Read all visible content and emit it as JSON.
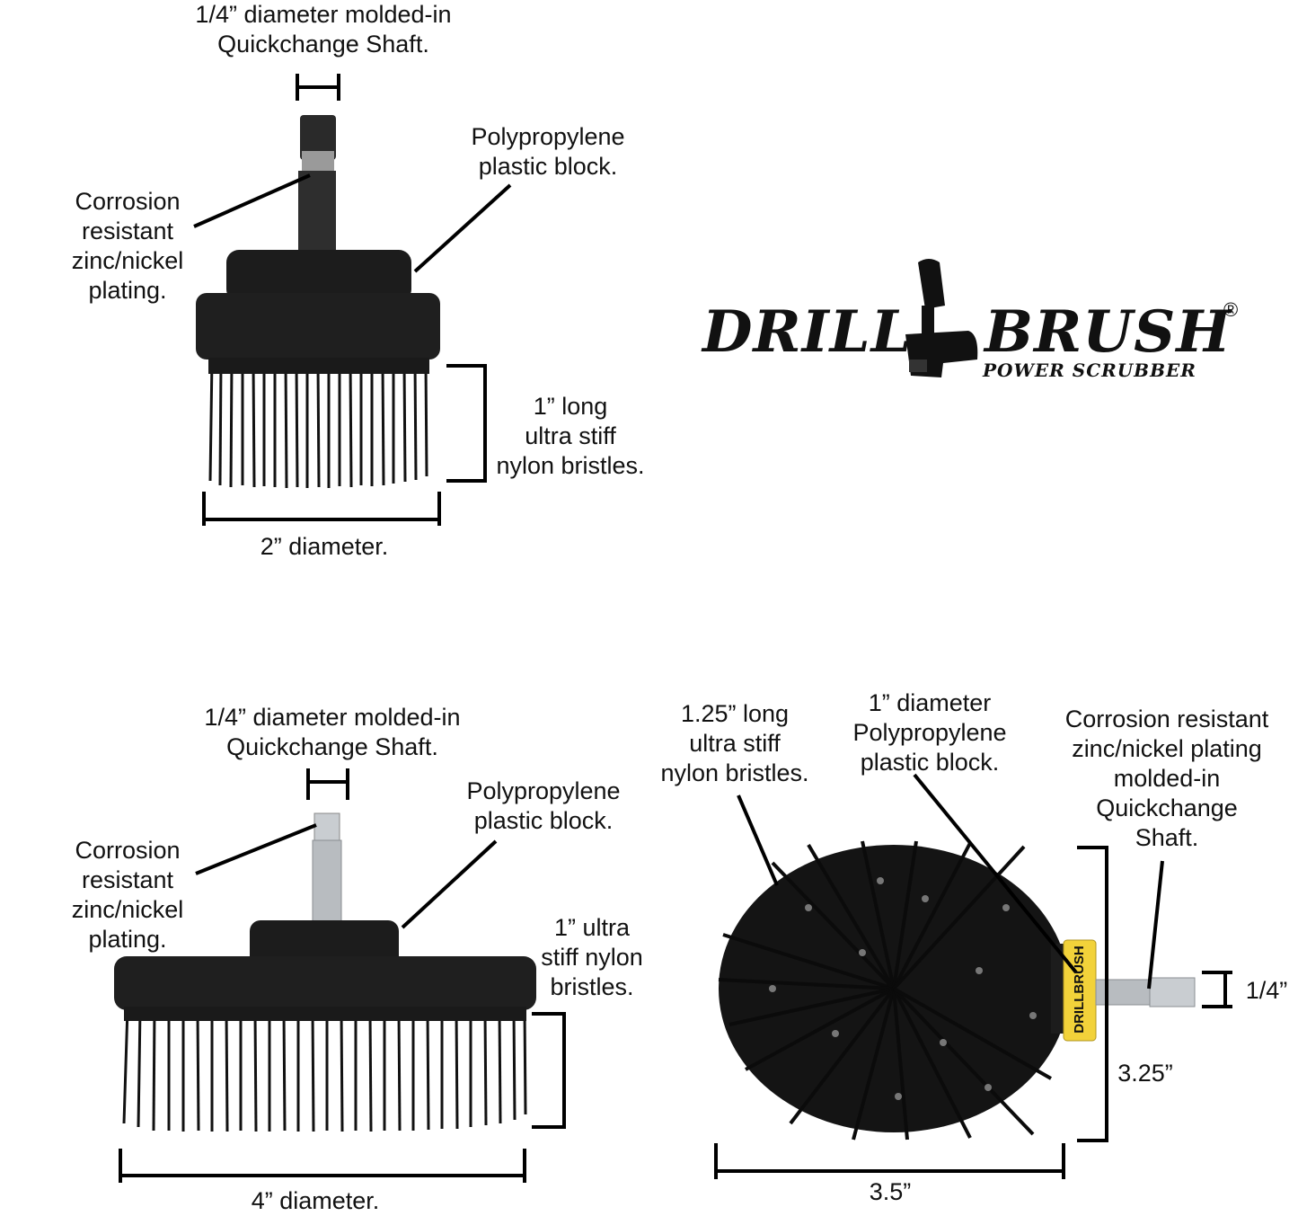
{
  "brush_2in": {
    "shaft_label": "1/4” diameter molded-in\nQuickchange Shaft.",
    "block_label": "Polypropylene\nplastic block.",
    "plating_label": "Corrosion\nresistant\nzinc/nickel\nplating.",
    "bristle_label": "1” long\nultra stiff\nnylon bristles.",
    "diameter_label": "2” diameter."
  },
  "brush_4in": {
    "shaft_label": "1/4” diameter molded-in\nQuickchange Shaft.",
    "block_label": "Polypropylene\nplastic block.",
    "plating_label": "Corrosion\nresistant\nzinc/nickel\nplating.",
    "bristle_label": "1” ultra\nstiff nylon\nbristles.",
    "diameter_label": "4” diameter."
  },
  "brush_cone": {
    "bristle_label": "1.25” long\nultra stiff\nnylon bristles.",
    "block_label": "1” diameter\nPolypropylene\nplastic block.",
    "plating_label": "Corrosion resistant\nzinc/nickel plating\nmolded-in\nQuickchange\nShaft.",
    "shaft_dim_label": "1/4”",
    "height_label": "3.25”",
    "width_label": "3.5”",
    "collar_text": "DRILLBRUSH"
  },
  "logo": {
    "word_left": "DRILL",
    "word_right": "BRUSH",
    "subtitle": "POWER SCRUBBER",
    "registered": "®"
  },
  "colors": {
    "brush_body": "#1c1c1c",
    "shaft_dark": "#2a2a2a",
    "shaft_silver": "#b8bcc0",
    "collar_yellow": "#f2d23a"
  }
}
